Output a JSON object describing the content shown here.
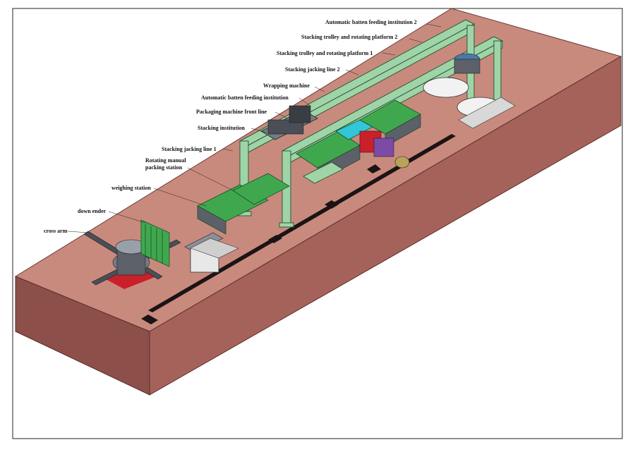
{
  "labels": {
    "automatic_batten_feeding_2": "Automatic batten feeding institution 2",
    "stacking_trolley_2": "Stacking trolley and rotating platform 2",
    "stacking_trolley_1": "Stacking trolley and rotating platform 1",
    "stacking_jacking_line_2": "Stacking jacking line 2",
    "wrapping_machine": "Wrapping machine",
    "automatic_batten_feeding": "Automatic batten feeding institution",
    "packaging_front_line": "Packaging machine front line",
    "stacking_institution": "Stacking institution",
    "stacking_jacking_line_1": "Stacking jacking line 1",
    "rotating_manual_packing_1": "Rotating manual",
    "rotating_manual_packing_2": "packing station",
    "weighing_station": "weighing station",
    "down_ender": "down ender",
    "cross_arm": "cross arm"
  },
  "colors": {
    "floor_top": "#c98a7e",
    "floor_front": "#8c4f4a",
    "floor_side": "#a4625a",
    "frame_green": "#9fd4a8",
    "conveyor_green": "#3fa84f",
    "steel_gray": "#8a8f99",
    "dark_gray": "#3a3d44",
    "cyan": "#31c6d8",
    "accent_red": "#c9202a",
    "accent_purple": "#7b4ba6",
    "white": "#f2f2f2"
  }
}
